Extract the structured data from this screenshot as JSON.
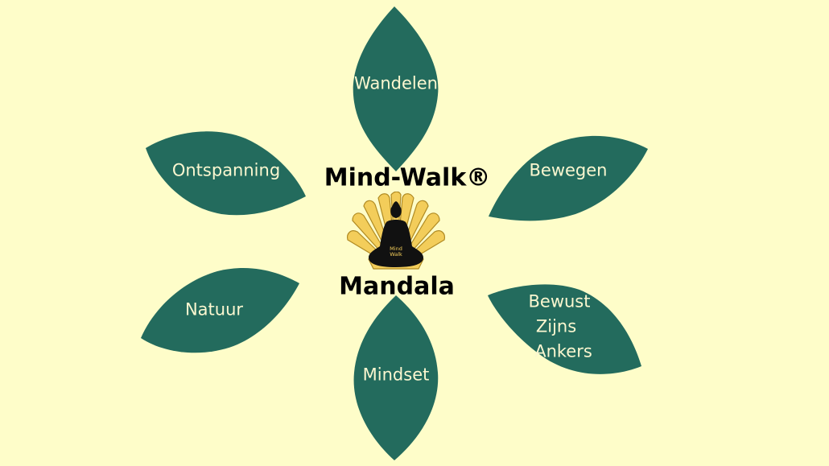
{
  "diagram": {
    "title_top": "Mind-Walk®",
    "title_bottom": "Mandala",
    "logo_text": [
      "Mind",
      "Walk"
    ],
    "colors": {
      "background": "#fefdc9",
      "petal": "#236b5d",
      "petal_text": "#fbf7d0",
      "shell": "#f3cd5a",
      "shell_outline": "#b08a22",
      "figure": "#111111"
    },
    "petals": [
      {
        "id": "wandelen",
        "lines": [
          "Wandelen"
        ]
      },
      {
        "id": "bewegen",
        "lines": [
          "Bewegen"
        ]
      },
      {
        "id": "bewust-zijns-ankers",
        "lines": [
          "Bewust",
          "Zijns",
          "Ankers"
        ]
      },
      {
        "id": "mindset",
        "lines": [
          "Mindset"
        ]
      },
      {
        "id": "natuur",
        "lines": [
          "Natuur"
        ]
      },
      {
        "id": "ontspanning",
        "lines": [
          "Ontspanning"
        ]
      }
    ]
  }
}
